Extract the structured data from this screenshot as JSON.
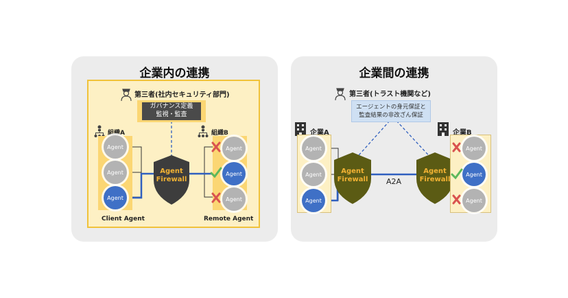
{
  "left": {
    "title": "企業内の連携",
    "third_party": "第三者(社内セキュリティ部門)",
    "governance_line1": "ガバナンス定義",
    "governance_line2": "監視・監査",
    "org_a": "組織A",
    "org_b": "組織B",
    "agent_label": "Agent",
    "firewall_line1": "Agent",
    "firewall_line2": "Firewall",
    "client_label": "Client Agent",
    "remote_label": "Remote Agent"
  },
  "right": {
    "title": "企業間の連携",
    "third_party": "第三者(トラスト機関など)",
    "trust_line1": "エージェントの身元保証と",
    "trust_line2": "監査結果の非改ざん保証",
    "company_a": "企業A",
    "company_b": "企業B",
    "agent_label": "Agent",
    "firewall_line1": "Agent",
    "firewall_line2": "Firewall",
    "a2a_label": "A2A"
  },
  "colors": {
    "panel_bg": "#ececec",
    "yellow": "#fbd673",
    "yellow_border": "#f0c23a",
    "agent_gray": "#b3b3b3",
    "agent_blue": "#3f70c6",
    "link_blue": "#2f5fbf",
    "firewall_dark": "#3d3d3d",
    "firewall_olive": "#5b5b14",
    "firewall_text": "#f2b233",
    "check_green": "#5cb85c",
    "cross_red": "#d9534f"
  }
}
